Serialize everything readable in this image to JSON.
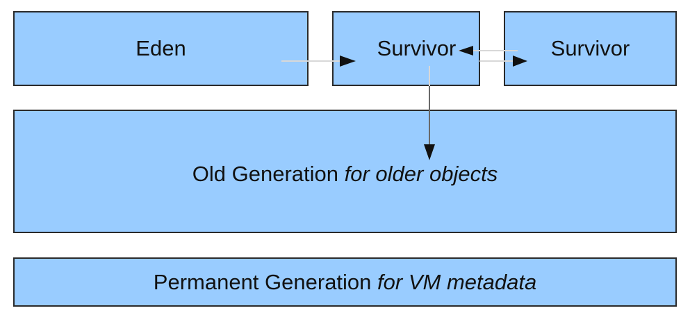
{
  "diagram": {
    "eden": {
      "label": "Eden"
    },
    "survivor_from": {
      "label": "Survivor"
    },
    "survivor_to": {
      "label": "Survivor"
    },
    "old_generation": {
      "label": "Old Generation",
      "note": "for older objects"
    },
    "permanent_generation": {
      "label": "Permanent Generation",
      "note": "for VM metadata"
    }
  },
  "colors": {
    "box_fill": "#99ccff",
    "box_border": "#2a2a2a",
    "arrow": "#111111",
    "connector": "#d8d8d8"
  }
}
